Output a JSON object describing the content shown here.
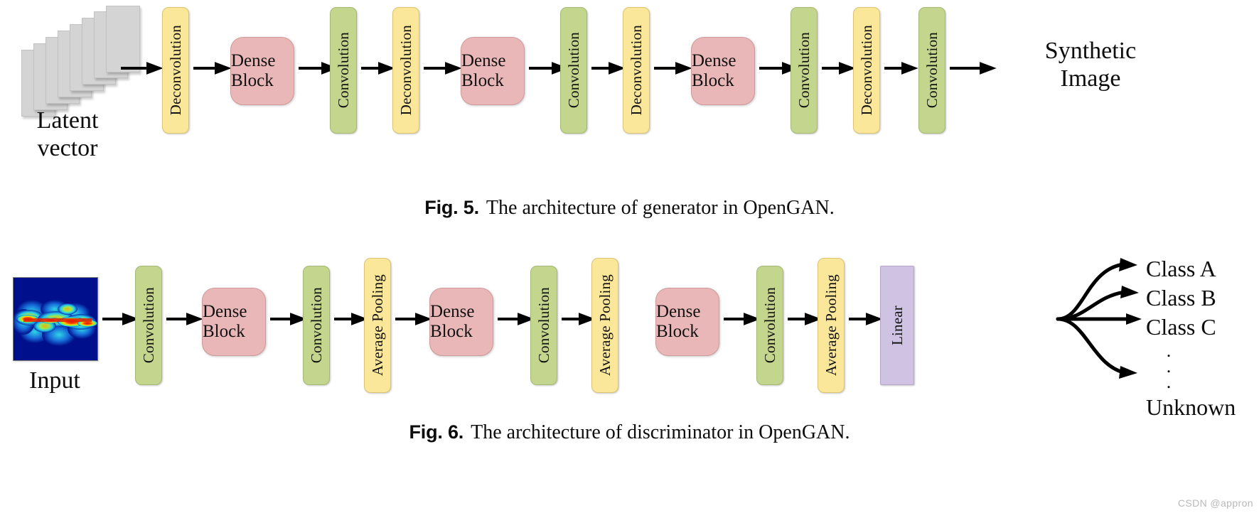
{
  "watermark": "CSDN @appron",
  "figure_generator": {
    "caption_number": "Fig. 5.",
    "caption_text": "The architecture of generator in OpenGAN.",
    "input_label": "Latent\nvector",
    "output_label": "Synthetic\nImage",
    "colors": {
      "deconvolution": "#fbe79a",
      "convolution": "#c4d68d",
      "dense_block": "#e9b7b7",
      "latent_card": "#d4d4d4",
      "arrow": "#000000"
    },
    "blocks": [
      {
        "label": "Deconvolution",
        "type": "deconvolution"
      },
      {
        "label": "Dense Block",
        "type": "dense_block"
      },
      {
        "label": "Convolution",
        "type": "convolution"
      },
      {
        "label": "Deconvolution",
        "type": "deconvolution"
      },
      {
        "label": "Dense Block",
        "type": "dense_block"
      },
      {
        "label": "Convolution",
        "type": "convolution"
      },
      {
        "label": "Deconvolution",
        "type": "deconvolution"
      },
      {
        "label": "Dense Block",
        "type": "dense_block"
      },
      {
        "label": "Convolution",
        "type": "convolution"
      },
      {
        "label": "Deconvolution",
        "type": "deconvolution"
      },
      {
        "label": "Convolution",
        "type": "convolution"
      }
    ]
  },
  "figure_discriminator": {
    "caption_number": "Fig. 6.",
    "caption_text": "The architecture of discriminator in OpenGAN.",
    "input_label": "Input",
    "input_image": "spectrogram-jet-colormap",
    "colors": {
      "convolution": "#c4d68d",
      "average_pooling": "#fbe79a",
      "dense_block": "#e9b7b7",
      "linear": "#cfc2e2",
      "arrow": "#000000"
    },
    "blocks": [
      {
        "label": "Convolution",
        "type": "convolution"
      },
      {
        "label": "Dense Block",
        "type": "dense_block"
      },
      {
        "label": "Convolution",
        "type": "convolution"
      },
      {
        "label": "Average Pooling",
        "type": "average_pooling"
      },
      {
        "label": "Dense Block",
        "type": "dense_block"
      },
      {
        "label": "Convolution",
        "type": "convolution"
      },
      {
        "label": "Average Pooling",
        "type": "average_pooling"
      },
      {
        "label": "Dense Block",
        "type": "dense_block"
      },
      {
        "label": "Convolution",
        "type": "convolution"
      },
      {
        "label": "Average Pooling",
        "type": "average_pooling"
      },
      {
        "label": "Linear",
        "type": "linear"
      }
    ],
    "outputs": [
      "Class A",
      "Class B",
      "Class C",
      "Unknown"
    ],
    "ellipsis": "⋮"
  }
}
